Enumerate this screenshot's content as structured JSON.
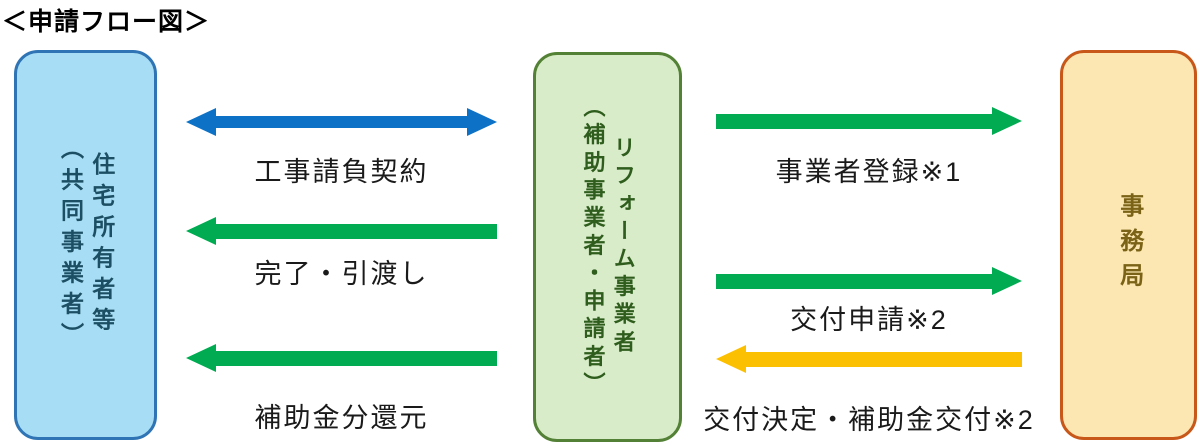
{
  "title": "＜申請フロー図＞",
  "colors": {
    "arrow_blue": "#0d72c6",
    "arrow_green": "#00ab51",
    "arrow_yellow": "#fcc003",
    "label_text": "#1a1a1a"
  },
  "boxes": {
    "owner": {
      "line1": "住宅所有者等",
      "line2": "（共同事業者）",
      "fill": "#a8def5",
      "border": "#2f75b5",
      "text": "#1c4f63"
    },
    "reformer": {
      "line1": "リフォーム事業者",
      "line2": "（補助事業者・申請者）",
      "fill": "#d9ecca",
      "border": "#538135",
      "text": "#2f5d1d"
    },
    "office": {
      "line1": "事務局",
      "fill": "#fce7b2",
      "border": "#c8581a",
      "text": "#7a6216"
    }
  },
  "flows_left": [
    {
      "label": "工事請負契約",
      "direction": "both",
      "from": "住宅所有者等",
      "to": "リフォーム事業者",
      "color": "#0d72c6"
    },
    {
      "label": "完了・引渡し",
      "direction": "left",
      "from": "リフォーム事業者",
      "to": "住宅所有者等",
      "color": "#00ab51"
    },
    {
      "label": "補助金分還元",
      "direction": "left",
      "from": "リフォーム事業者",
      "to": "住宅所有者等",
      "color": "#00ab51"
    }
  ],
  "flows_right": [
    {
      "label": "事業者登録※1",
      "direction": "right",
      "from": "リフォーム事業者",
      "to": "事務局",
      "color": "#00ab51"
    },
    {
      "label": "交付申請※2",
      "direction": "right",
      "from": "リフォーム事業者",
      "to": "事務局",
      "color": "#00ab51"
    },
    {
      "label": "交付決定・補助金交付※2",
      "direction": "left",
      "from": "事務局",
      "to": "リフォーム事業者",
      "color": "#fcc003"
    }
  ]
}
